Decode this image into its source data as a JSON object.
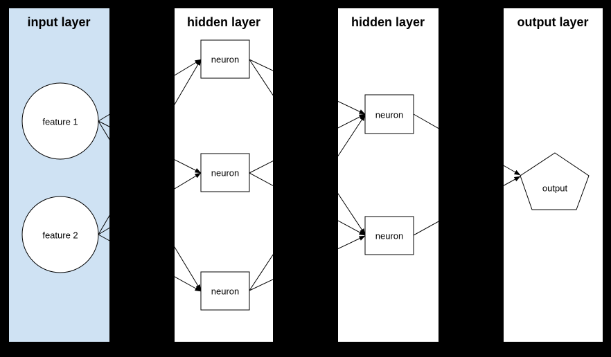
{
  "diagram": {
    "type": "neural-network",
    "colors": {
      "background": "#000000",
      "input_panel_fill": "#cfe2f3",
      "panel_fill": "#ffffff",
      "node_fill": "#ffffff",
      "line_stroke": "#000000",
      "text_color": "#000000"
    },
    "layers": [
      {
        "title": "input layer"
      },
      {
        "title": "hidden layer"
      },
      {
        "title": "hidden layer"
      },
      {
        "title": "output layer"
      }
    ],
    "nodes": {
      "feature1": {
        "label": "feature 1",
        "shape": "circle",
        "layer": 0
      },
      "feature2": {
        "label": "feature 2",
        "shape": "circle",
        "layer": 0
      },
      "h1n1": {
        "label": "neuron",
        "shape": "rect",
        "layer": 1
      },
      "h1n2": {
        "label": "neuron",
        "shape": "rect",
        "layer": 1
      },
      "h1n3": {
        "label": "neuron",
        "shape": "rect",
        "layer": 1
      },
      "h2n1": {
        "label": "neuron",
        "shape": "rect",
        "layer": 2
      },
      "h2n2": {
        "label": "neuron",
        "shape": "rect",
        "layer": 2
      },
      "output": {
        "label": "output",
        "shape": "pentagon",
        "layer": 3
      }
    },
    "edges": [
      {
        "from": "feature1",
        "to": "h1n1"
      },
      {
        "from": "feature1",
        "to": "h1n2"
      },
      {
        "from": "feature1",
        "to": "h1n3"
      },
      {
        "from": "feature2",
        "to": "h1n1"
      },
      {
        "from": "feature2",
        "to": "h1n2"
      },
      {
        "from": "feature2",
        "to": "h1n3"
      },
      {
        "from": "h1n1",
        "to": "h2n1"
      },
      {
        "from": "h1n1",
        "to": "h2n2"
      },
      {
        "from": "h1n2",
        "to": "h2n1"
      },
      {
        "from": "h1n2",
        "to": "h2n2"
      },
      {
        "from": "h1n3",
        "to": "h2n1"
      },
      {
        "from": "h1n3",
        "to": "h2n2"
      },
      {
        "from": "h2n1",
        "to": "output"
      },
      {
        "from": "h2n2",
        "to": "output"
      }
    ]
  }
}
